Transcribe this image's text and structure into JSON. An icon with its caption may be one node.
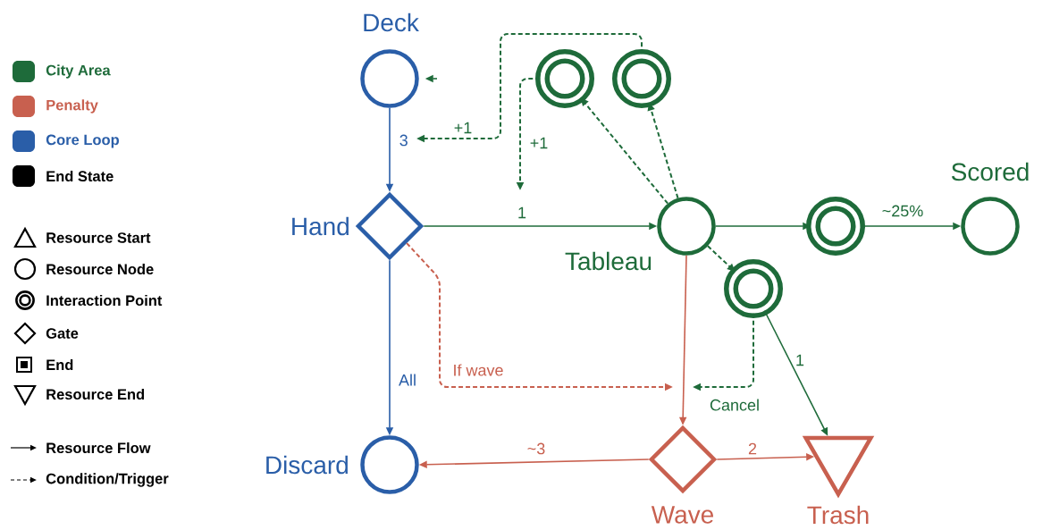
{
  "diagram": {
    "nodes": [
      {
        "text": [
          "Deck"
        ]
      },
      {
        "text": [
          "Hand"
        ]
      },
      {
        "text": [
          "Tableau"
        ]
      },
      {
        "text": [],
        "shape": "double-circle"
      },
      {
        "text": [],
        "shape": "double-circle"
      },
      {
        "text": [],
        "shape": "double-circle"
      },
      {
        "text": [
          "Scored"
        ]
      },
      {
        "text": [],
        "shape": "double-circle"
      },
      {
        "text": [
          "Discard"
        ]
      },
      {
        "text": [
          "Wave"
        ]
      },
      {
        "text": [
          "Trash"
        ]
      }
    ],
    "edges": [
      {
        "from": 0,
        "to": 1,
        "arrow": "to",
        "label": "3",
        "color": "#2a5ea8"
      },
      {
        "from": 4,
        "to": null,
        "arrow": "to",
        "label": "+1",
        "style": "dashed"
      },
      {
        "from": 3,
        "to": null,
        "arrow": "to",
        "label": "+1",
        "style": "dashed"
      },
      {
        "from": 1,
        "to": 2,
        "arrow": "to",
        "label": "1"
      },
      {
        "from": 2,
        "to": 3,
        "arrow": "to",
        "style": "dashed"
      },
      {
        "from": 2,
        "to": 4,
        "arrow": "to",
        "style": "dashed"
      },
      {
        "from": 2,
        "to": 5,
        "arrow": "to"
      },
      {
        "from": 5,
        "to": 6,
        "arrow": "to",
        "label": "~25%"
      },
      {
        "from": 2,
        "to": 7,
        "arrow": "to",
        "style": "dashed"
      },
      {
        "from": 1,
        "to": 8,
        "arrow": "to",
        "label": "All",
        "color": "#2a5ea8"
      },
      {
        "from": 1,
        "to": null,
        "arrow": "to",
        "label": "If wave",
        "style": "dashed",
        "color": "#c8604f"
      },
      {
        "from": 2,
        "to": 9,
        "arrow": "to",
        "color": "#c8604f"
      },
      {
        "from": 7,
        "to": null,
        "arrow": "to",
        "label": "Cancel",
        "style": "dashed"
      },
      {
        "from": 7,
        "to": 10,
        "arrow": "to",
        "label": "1"
      },
      {
        "from": 9,
        "to": 8,
        "arrow": "to",
        "label": "~3",
        "color": "#c8604f"
      },
      {
        "from": 9,
        "to": 10,
        "arrow": "to",
        "label": "2",
        "color": "#c8604f"
      },
      {
        "from": null,
        "to": 0,
        "arrow": "to"
      }
    ],
    "legend": [
      {
        "text": "City Area",
        "color": "#1e6b3a"
      },
      {
        "text": "Penalty",
        "color": "#c8604f"
      },
      {
        "text": "Core Loop",
        "color": "#2a5ea8"
      },
      {
        "text": "End State",
        "color": "#000000"
      },
      {
        "text": "Resource Start"
      },
      {
        "text": "Resource Node"
      },
      {
        "text": "Interaction Point"
      },
      {
        "text": "Gate"
      },
      {
        "text": "End"
      },
      {
        "text": "Resource End"
      },
      {
        "text": "Resource Flow"
      },
      {
        "text": "Condition/Trigger"
      }
    ]
  }
}
